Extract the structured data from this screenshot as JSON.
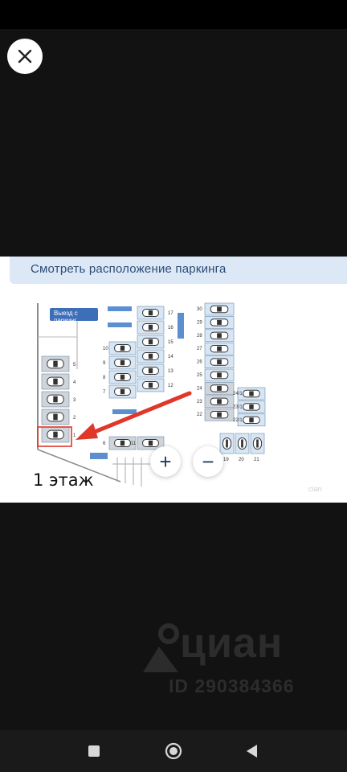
{
  "viewer": {
    "close_icon": "close-icon"
  },
  "photo": {
    "caption": "Смотреть расположение паркинга",
    "exit_sign": "Выезд с паркинг",
    "floor_label": "1 этаж",
    "corner_watermark": "cian",
    "zoom_in_label": "+",
    "zoom_out_label": "−",
    "spots_left": [
      "5",
      "4",
      "3",
      "2",
      "1"
    ],
    "spots_center_left": [
      "10",
      "9",
      "8",
      "7"
    ],
    "spots_center_right": [
      "17",
      "16",
      "15",
      "14",
      "13",
      "12"
    ],
    "spots_bottom_center": [
      "6",
      "11"
    ],
    "spots_right": [
      "30",
      "29",
      "28",
      "27",
      "26",
      "25",
      "24",
      "23",
      "22"
    ],
    "spots_right_inner": [
      "24/1",
      "23/1",
      "22/1"
    ],
    "spots_bottom_right": [
      "19",
      "20",
      "21"
    ],
    "colors": {
      "caption_bg": "#dce8f6",
      "spot_fill": "#d6e6f5",
      "arrow": "#e0372b"
    }
  },
  "watermark": {
    "brand": "циан",
    "listing_id": "ID 290384366"
  },
  "navbar": {
    "recents_icon": "square-icon",
    "home_icon": "circle-home-icon",
    "back_icon": "triangle-back-icon"
  }
}
